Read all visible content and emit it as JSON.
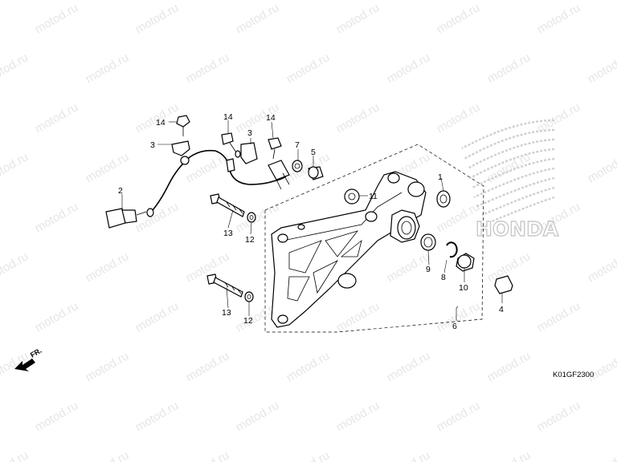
{
  "watermark": {
    "text": "motod.ru"
  },
  "brand": {
    "logo_text": "HONDA",
    "logo_color": "#c9c9c9"
  },
  "diagram": {
    "code": "K01GF2300",
    "direction_label": "FR.",
    "callouts": {
      "c1": "1",
      "c2": "2",
      "c3a": "3",
      "c3b": "3",
      "c4": "4",
      "c5": "5",
      "c6": "6",
      "c7": "7",
      "c8": "8",
      "c9": "9",
      "c10": "10",
      "c11": "11",
      "c12a": "12",
      "c12b": "12",
      "c13a": "13",
      "c13b": "13",
      "c14a": "14",
      "c14b": "14",
      "c14c": "14"
    }
  }
}
